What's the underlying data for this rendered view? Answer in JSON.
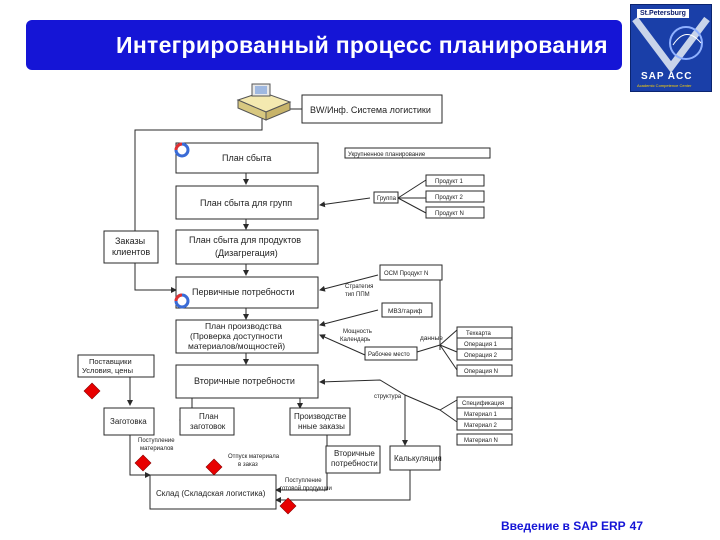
{
  "slide": {
    "title": "Интегрированный процесс планирования",
    "logo": {
      "city": "St.Petersburg",
      "brand": "SAP ACC",
      "subtitle": "Academic Competence Center"
    },
    "footer": {
      "text": "Введение в SAP ERP",
      "page": "47"
    }
  },
  "diagram": {
    "nodes": {
      "system_bw": "BW/Инф. Система логистики",
      "sales_plan": "План сбыта",
      "group_plan": "План сбыта для групп",
      "product_plan_1": "План сбыта для продуктов",
      "product_plan_2": "(Дизагрегация)",
      "customer_orders_1": "Заказы",
      "customer_orders_2": "клиентов",
      "primary_req": "Первичные потребности",
      "prod_plan_1": "План производства",
      "prod_plan_2": "(Проверка доступности",
      "prod_plan_3": "материалов/мощностей)",
      "secondary_req": "Вторичные потребности",
      "suppliers_1": "Поставщики",
      "suppliers_2": "Условия, цены",
      "procurement": "Заготовка",
      "purchase_plan_1": "План",
      "purchase_plan_2": "заготовок",
      "prod_orders_1": "Производстве",
      "prod_orders_2": "нные заказы",
      "secondary_req2_1": "Вторичные",
      "secondary_req2_2": "потребности",
      "costing": "Калькуляция",
      "warehouse": "Склад (Складская логистика)",
      "aggregated_planning": "Укрупненное планирование",
      "product_1": "Продукт 1",
      "product_2": "Продукт 2",
      "product_n": "Продукт N",
      "group": "Группа",
      "bom_product": "ОСМ Продукт N",
      "strategy_1": "Стратегия",
      "strategy_2": "тип ППМ",
      "mrp_tariff": "МВЗ/тариф",
      "capacity_1": "Мощность",
      "capacity_2": "Календарь",
      "work_center": "Рабочее место",
      "data": "данные",
      "routing": "Техкарта",
      "operation_1": "Операция 1",
      "operation_2": "Операция 2",
      "operation_n": "Операция N",
      "structure": "структура",
      "bom": "Спецификация",
      "material_1": "Материал 1",
      "material_2": "Материал 2",
      "material_n": "Материал N",
      "goods_receipt_1": "Поступление",
      "goods_receipt_2": "материалов",
      "goods_issue_1": "Отпуск материала",
      "goods_issue_2": "в заказ",
      "finished_receipt_1": "Поступление",
      "finished_receipt_2": "готовой продукции"
    },
    "colors": {
      "stroke": "#2a2a2a",
      "marker": "#e80000",
      "banner": "#1515d6"
    }
  }
}
